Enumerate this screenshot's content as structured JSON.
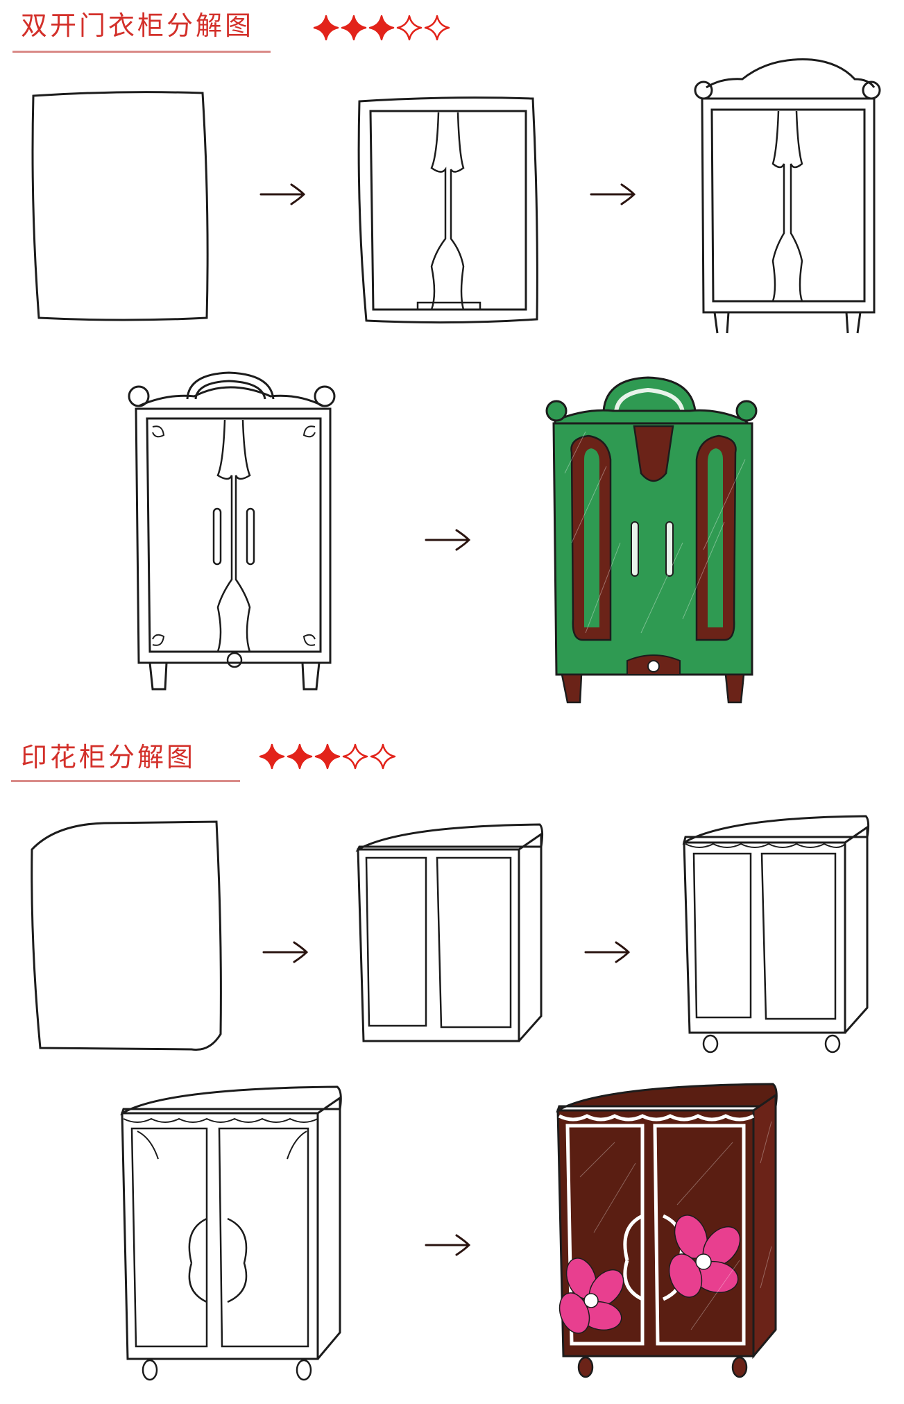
{
  "sections": [
    {
      "title": "双开门衣柜分解图",
      "rating": {
        "filled": 3,
        "total": 5
      }
    },
    {
      "title": "印花柜分解图",
      "rating": {
        "filled": 3,
        "total": 5
      }
    }
  ],
  "colors": {
    "title": "#d3302a",
    "underline": "#d98a87",
    "star_fill": "#e2231a",
    "ink": "#1c1c1c",
    "arrow": "#2a1410",
    "wardrobe_green": "#2f9a52",
    "wardrobe_brown": "#6b2318",
    "cabinet_brown": "#5a1e12",
    "flower_pink": "#e83f8f"
  },
  "icons": [
    "star-filled-icon",
    "star-outline-icon",
    "arrow-right-icon"
  ]
}
